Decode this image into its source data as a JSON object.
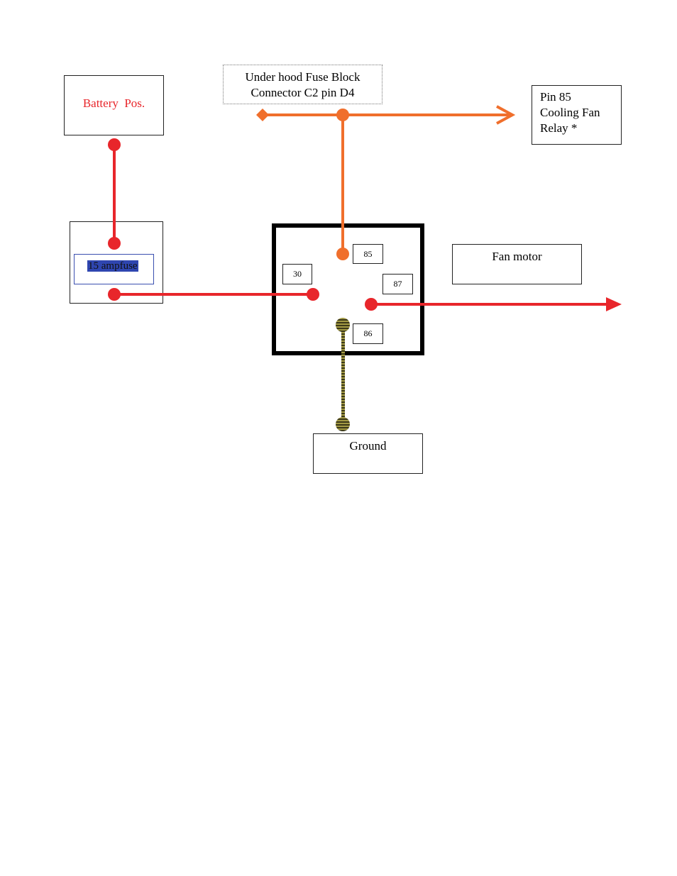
{
  "colors": {
    "power": "#e8262b",
    "signal": "#f06f2c",
    "ground": "#6b6326",
    "fuse_highlight": "#2f46b0",
    "relay_border": "#000000"
  },
  "battery": {
    "label": "Battery  Pos."
  },
  "fuse": {
    "label": "15 ampfuse"
  },
  "fuse_block": {
    "label": "Under hood Fuse Block\nConnector C2 pin D4"
  },
  "cooling_fan_relay": {
    "label": "Pin  85\nCooling Fan\nRelay *"
  },
  "relay": {
    "pins": {
      "p85": "85",
      "p30": "30",
      "p87": "87",
      "p86": "86"
    }
  },
  "fan_motor": {
    "label": "Fan motor"
  },
  "ground": {
    "label": "Ground"
  }
}
